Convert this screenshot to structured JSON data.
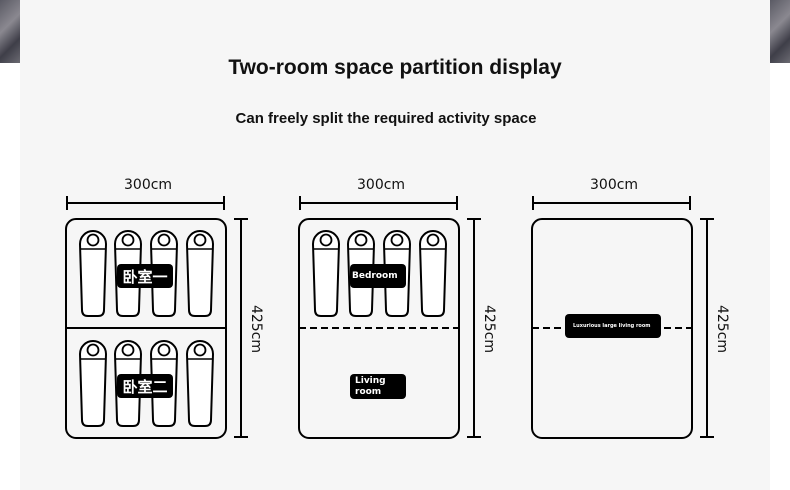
{
  "title": "Two-room space partition display",
  "subtitle": "Can freely split the required activity space",
  "diagrams": [
    {
      "width_label": "300cm",
      "height_label": "425cm",
      "divider": "solid",
      "rooms": [
        "卧室一",
        "卧室二"
      ]
    },
    {
      "width_label": "300cm",
      "height_label": "425cm",
      "divider": "dashed",
      "rooms": [
        "Bedroom",
        "Living room"
      ]
    },
    {
      "width_label": "300cm",
      "height_label": "425cm",
      "divider": "dashed",
      "rooms": [
        "Luxurious large living room"
      ]
    }
  ]
}
